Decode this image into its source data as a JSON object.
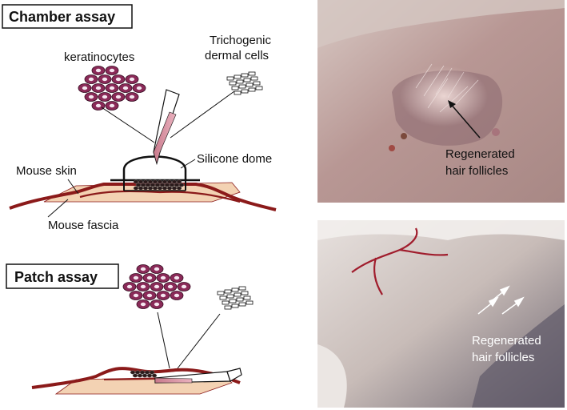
{
  "chamber": {
    "title": "Chamber assay",
    "keratinocytes": "keratinocytes",
    "trichogenic_line1": "Trichogenic",
    "trichogenic_line2": "dermal cells",
    "silicone_dome": "Silicone dome",
    "mouse_skin": "Mouse skin",
    "mouse_fascia": "Mouse fascia"
  },
  "patch": {
    "title": "Patch assay"
  },
  "photo_top": {
    "label_line1": "Regenerated",
    "label_line2": "hair follicles"
  },
  "photo_bottom": {
    "label_line1": "Regenerated",
    "label_line2": "hair follicles"
  },
  "colors": {
    "skin": "#8b1a1a",
    "fascia": "#f3d2b3",
    "cell_fill": "#8a2a58",
    "cell_core": "#f4e6ef",
    "pipette_fill": "#d98c9b",
    "dark_cells": "#2a1a1a",
    "top_photo_bg": "#b69592",
    "bottom_photo_bg": "#b7adaa"
  }
}
